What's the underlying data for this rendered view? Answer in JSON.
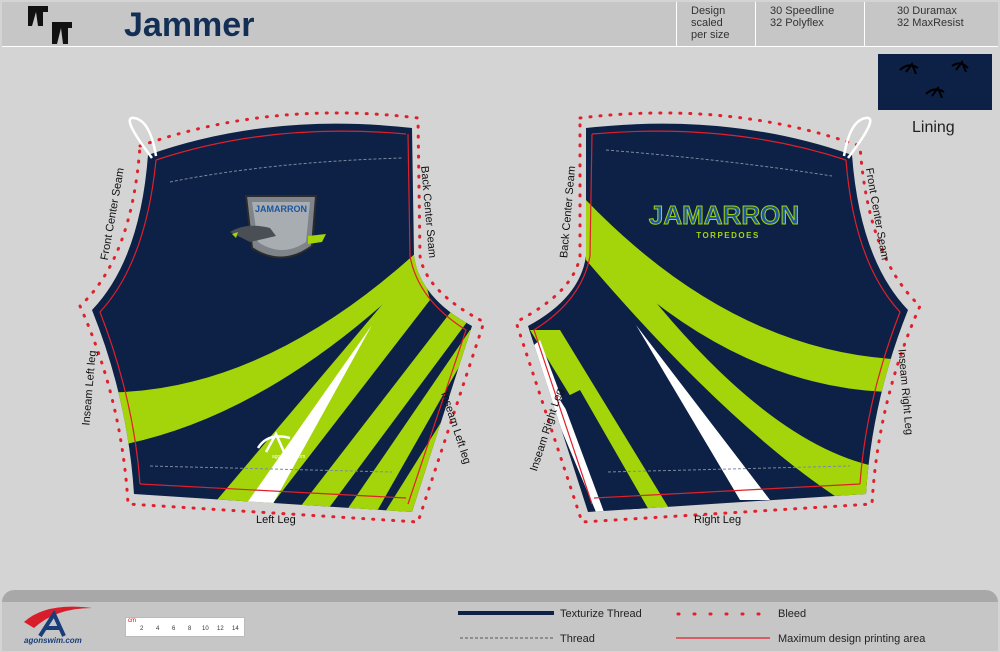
{
  "header": {
    "title": "Jammer",
    "col1": [
      "Design",
      "scaled",
      "per size"
    ],
    "col2": [
      "30 Speedline",
      "32 Polyflex"
    ],
    "col3": [
      "30 Duramax",
      "32 MaxResist"
    ]
  },
  "lining": {
    "label": "Lining"
  },
  "left_panel": {
    "label": "Left Leg",
    "front_seam": "Front Center Seam",
    "back_seam": "Back Center Seam",
    "inseam_outer": "Inseam Left leg",
    "inseam_inner": "Inseam Left leg",
    "logo_text": "agonswim.com"
  },
  "right_panel": {
    "label": "Right Leg",
    "back_seam": "Back Center Seam",
    "front_seam": "Front Center Seam",
    "inseam_inner": "Inseam Right Leg",
    "inseam_outer": "Inseam Right Leg",
    "team_name": "JAMARRON",
    "team_sub": "TORPEDOES"
  },
  "legend": {
    "texturize": "Texturize Thread",
    "thread": "Thread",
    "bleed": "Bleed",
    "max_area": "Maximum design printing area"
  },
  "footer": {
    "brand": "agonswim.com",
    "ruler_unit": "cm",
    "ruler_ticks": [
      "2",
      "4",
      "6",
      "8",
      "10",
      "12",
      "14"
    ]
  },
  "colors": {
    "navy": "#0d2045",
    "lime": "#a4d40a",
    "bleed": "#e0202a",
    "accent": "#132f55"
  }
}
